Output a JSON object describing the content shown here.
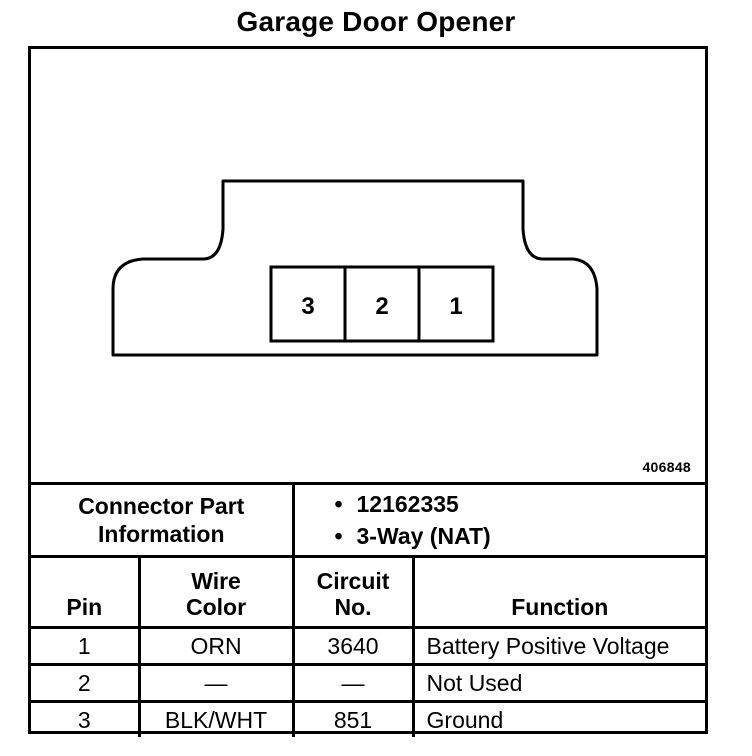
{
  "title": "Garage Door Opener",
  "connector": {
    "pin_labels": [
      "3",
      "2",
      "1"
    ],
    "figure_id": "406848"
  },
  "part_info": {
    "label_line1": "Connector Part",
    "label_line2": "Information",
    "values": [
      "12162335",
      "3-Way (NAT)"
    ]
  },
  "table": {
    "headers": {
      "pin": "Pin",
      "wire_color_line1": "Wire",
      "wire_color_line2": "Color",
      "circuit_line1": "Circuit",
      "circuit_line2": "No.",
      "function": "Function"
    },
    "rows": [
      {
        "pin": "1",
        "wire_color": "ORN",
        "circuit": "3640",
        "function": "Battery Positive Voltage"
      },
      {
        "pin": "2",
        "wire_color": "—",
        "circuit": "—",
        "function": "Not Used"
      },
      {
        "pin": "3",
        "wire_color": "BLK/WHT",
        "circuit": "851",
        "function": "Ground"
      }
    ]
  }
}
